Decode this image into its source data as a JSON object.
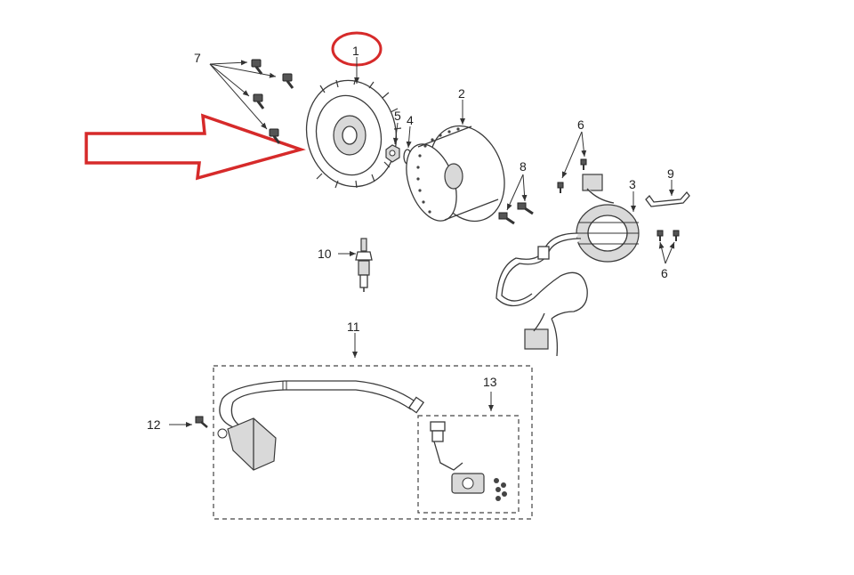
{
  "callouts": {
    "c1": "1",
    "c2": "2",
    "c3": "3",
    "c4": "4",
    "c5": "5",
    "c6a": "6",
    "c6b": "6",
    "c7": "7",
    "c8": "8",
    "c9": "9",
    "c10": "10",
    "c11": "11",
    "c12": "12",
    "c13": "13"
  },
  "highlight": {
    "circle_color": "#d62a2a",
    "arrow_color": "#d62a2a",
    "target_part": "1"
  }
}
